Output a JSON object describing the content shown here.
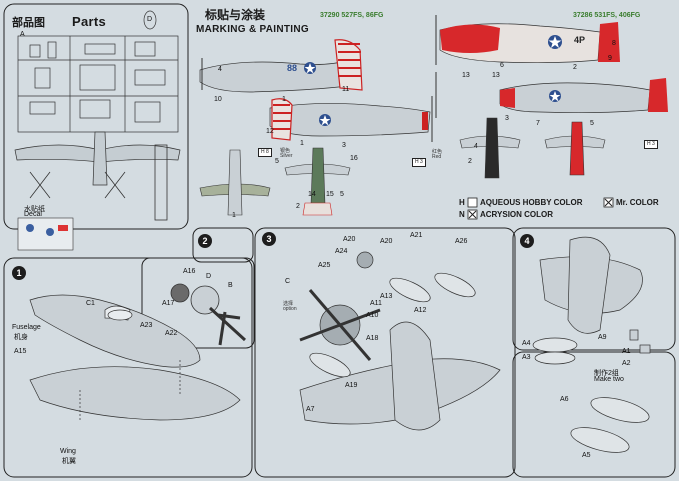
{
  "parts": {
    "title_cn": "部品图",
    "title_en": "Parts",
    "sprue_letter": "A",
    "decal_cn": "水贴纸",
    "decal_en": "Decal",
    "oval_letter": "D"
  },
  "marking": {
    "title_cn": "标贴与涂装",
    "title_en": "MARKING & PAINTING",
    "kit1": "37290 527FS, 86FG",
    "kit2": "37286 531FS, 406FG",
    "callouts": [
      "10",
      "1",
      "11",
      "4",
      "1",
      "12",
      "5",
      "16",
      "3",
      "1",
      "2",
      "14",
      "15",
      "5",
      "13",
      "6",
      "2",
      "9",
      "8",
      "13",
      "7",
      "5",
      "3",
      "2",
      "4"
    ],
    "silver_cn": "银色",
    "silver_en": "Silver",
    "red_cn": "红色",
    "red_en": "Red",
    "h8": "H",
    "h8_num": "8",
    "h3": "H",
    "h3_num": "3",
    "fuselage_code1": "88",
    "fuselage_code2": "4P"
  },
  "legend": {
    "h_label": "H",
    "h_text": "AQUEOUS HOBBY COLOR",
    "mr_text": "Mr. COLOR",
    "n_label": "N",
    "n_text": "ACRYSION COLOR"
  },
  "steps": {
    "s1": "1",
    "s2": "2",
    "s3": "3",
    "s4": "4"
  },
  "step1": {
    "fuselage_en": "Fuselage",
    "fuselage_cn": "机身",
    "wing_en": "Wing",
    "wing_cn": "机翼",
    "parts": [
      "C1",
      "A23",
      "A22",
      "A15"
    ]
  },
  "step2": {
    "parts": [
      "A16",
      "D",
      "B",
      "A17"
    ]
  },
  "step3": {
    "parts": [
      "A20",
      "A20",
      "A21",
      "A26",
      "A25",
      "A24",
      "A11",
      "A13",
      "A10",
      "A12",
      "A18",
      "A7",
      "A19",
      "C"
    ],
    "option_cn": "选择",
    "option_en": "option"
  },
  "step4": {
    "parts": [
      "A9",
      "A1",
      "A2",
      "A4",
      "A3",
      "A6",
      "A5"
    ],
    "make_two_cn": "制作2组",
    "make_two_en": "Make two"
  }
}
